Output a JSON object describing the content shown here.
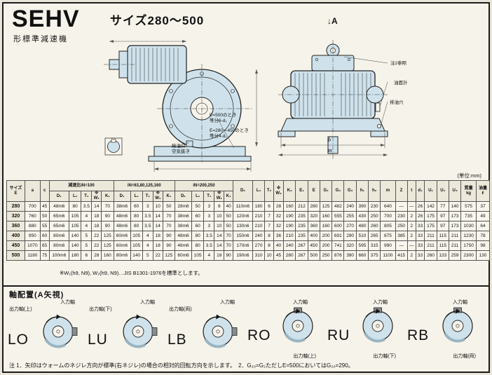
{
  "header": {
    "brand": "SEHV",
    "brand_sub": "形標準減速機",
    "size_range": "サイズ280〜500"
  },
  "drawings": {
    "view_arrow": "↓A",
    "left": {
      "callout_hole6": "E=500のとき\n等分6-d₁",
      "callout_hole4": "E=280〜450のとき\n等分4-d₁",
      "callout_oil": "給油口\n空気抜き"
    },
    "right": {
      "callout_note2": "注2参照",
      "callout_gauge": "油面計",
      "callout_drain": "排油穴",
      "dim_b": "b",
      "dim_m": "m"
    }
  },
  "table": {
    "unit_note": "(単位:mm)",
    "col_size": "サイズ\nE",
    "col_a": "a",
    "col_c": "c",
    "groups": [
      {
        "label": "減速比iN=100",
        "cols": [
          "D₁",
          "L₁",
          "T₁",
          "※\nW₁",
          "K₁"
        ]
      },
      {
        "label": "iN=63,80,125,160",
        "cols": [
          "D₁",
          "L₁",
          "T₁",
          "※\nW₁",
          "K₁"
        ]
      },
      {
        "label": "iN=200,250",
        "cols": [
          "D₁",
          "L₁",
          "T₁",
          "※\nW₁",
          "K₁"
        ]
      }
    ],
    "tail_cols": [
      "D₂",
      "L₂",
      "T₂",
      "※\nW₂",
      "K₂",
      "E₁",
      "E",
      "G₁",
      "G₂",
      "G₃",
      "h₁",
      "h₂",
      "m",
      "Z",
      "t",
      "d₁",
      "U₁",
      "U₂",
      "U₃",
      "質量\nkg",
      "油量\nℓ"
    ],
    "rows": [
      [
        "280",
        "700",
        "45",
        "48m6",
        "80",
        "3.5",
        "14",
        "70",
        "38m6",
        "60",
        "3",
        "10",
        "50",
        "28m6",
        "50",
        "3",
        "8",
        "40",
        "110m6",
        "180",
        "6",
        "28",
        "160",
        "212",
        "280",
        "125",
        "482",
        "240",
        "390",
        "230",
        "640",
        "—",
        "—",
        "26",
        "142",
        "77",
        "140",
        "575",
        "37"
      ],
      [
        "320",
        "760",
        "50",
        "65m6",
        "105",
        "4",
        "18",
        "90",
        "48m6",
        "80",
        "3.5",
        "14",
        "70",
        "38m6",
        "60",
        "3",
        "10",
        "50",
        "120n6",
        "210",
        "7",
        "32",
        "190",
        "235",
        "320",
        "160",
        "555",
        "255",
        "430",
        "250",
        "700",
        "230",
        "2",
        "26",
        "175",
        "97",
        "173",
        "735",
        "49"
      ],
      [
        "360",
        "880",
        "55",
        "65m6",
        "105",
        "4",
        "18",
        "90",
        "48m6",
        "80",
        "3.5",
        "14",
        "70",
        "38m6",
        "60",
        "3",
        "10",
        "50",
        "130n6",
        "210",
        "7",
        "32",
        "190",
        "235",
        "360",
        "160",
        "600",
        "270",
        "480",
        "260",
        "805",
        "250",
        "2",
        "33",
        "175",
        "97",
        "173",
        "1030",
        "64"
      ],
      [
        "400",
        "950",
        "60",
        "80m6",
        "140",
        "5",
        "22",
        "125",
        "60m6",
        "105",
        "4",
        "18",
        "90",
        "48m6",
        "80",
        "3.5",
        "14",
        "70",
        "150n6",
        "240",
        "8",
        "36",
        "210",
        "235",
        "400",
        "200",
        "691",
        "290",
        "510",
        "265",
        "875",
        "385",
        "2",
        "33",
        "211",
        "115",
        "211",
        "1230",
        "78"
      ],
      [
        "450",
        "1070",
        "65",
        "80m6",
        "140",
        "5",
        "22",
        "125",
        "60m6",
        "105",
        "4",
        "18",
        "90",
        "48m6",
        "80",
        "3.5",
        "14",
        "70",
        "170n6",
        "270",
        "8",
        "40",
        "240",
        "267",
        "450",
        "200",
        "741",
        "320",
        "595",
        "315",
        "990",
        "—",
        "—",
        "33",
        "211",
        "115",
        "211",
        "1750",
        "98"
      ],
      [
        "500",
        "1180",
        "75",
        "100m6",
        "180",
        "6",
        "28",
        "160",
        "80m6",
        "140",
        "5",
        "22",
        "125",
        "60m6",
        "105",
        "4",
        "18",
        "90",
        "190n6",
        "310",
        "10",
        "45",
        "280",
        "267",
        "500",
        "250",
        "876",
        "390",
        "660",
        "375",
        "1100",
        "415",
        "2",
        "33",
        "260",
        "133",
        "259",
        "2300",
        "130"
      ]
    ],
    "footnote": "※W₁(h9, N9), W₂(h9, N9)…JIS B1301-1976を標準とします。"
  },
  "shaft_section": {
    "title": "軸配置(A矢視)",
    "items": [
      {
        "code": "LO",
        "input_label": "入力軸",
        "output_label": "出力軸(上)"
      },
      {
        "code": "LU",
        "input_label": "入力軸",
        "output_label": "出力軸(下)"
      },
      {
        "code": "LB",
        "input_label": "入力軸",
        "output_label": "出力軸(両)"
      },
      {
        "code": "RO",
        "input_label": "入力軸",
        "output_label": "出力軸(上)"
      },
      {
        "code": "RU",
        "input_label": "入力軸",
        "output_label": "出力軸(下)"
      },
      {
        "code": "RB",
        "input_label": "入力軸",
        "output_label": "出力軸(両)"
      }
    ]
  },
  "notes": {
    "text": "注 1．矢印はウォームのネジレ方向が標準(右ネジレ)の場合の相対的回転方向を示します。　2．G₂₀=G₂ただしE=500においてはG₂₀=290。"
  },
  "colors": {
    "drawing_fill": "#cfe2ec",
    "page_bg": "#f6f3ea",
    "line": "#222222"
  }
}
